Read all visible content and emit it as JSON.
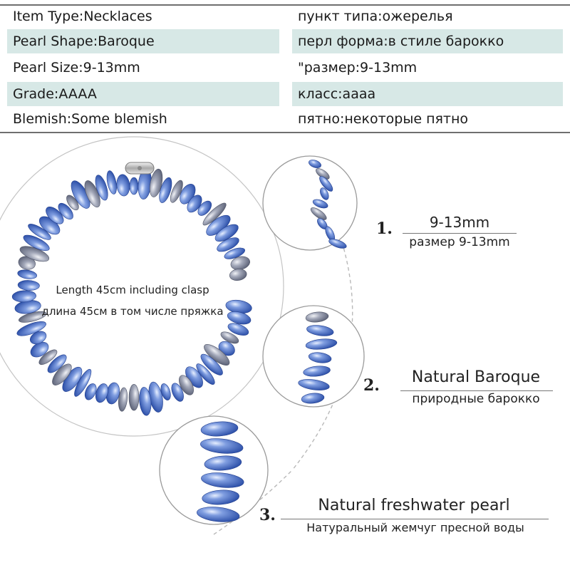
{
  "specs": {
    "left": [
      "Item Type:Necklaces",
      "Pearl Shape:Baroque",
      "Pearl Size:9-13mm",
      "Grade:AAAA",
      "Blemish:Some blemish"
    ],
    "right": [
      "пункт типа:ожерелья",
      "перл форма:в стиле барокко",
      "\"размер:9-13mm",
      "класс:аааа",
      "пятно:некоторые пятно"
    ]
  },
  "necklace": {
    "length_en": "Length 45cm including clasp",
    "length_ru": "длина 45см в том числе пряжка"
  },
  "features": [
    {
      "number": "1.",
      "title": "9-13mm",
      "subtitle": "размер 9-13mm"
    },
    {
      "number": "2.",
      "title": "Natural Baroque",
      "subtitle": "природные барокко"
    },
    {
      "number": "3.",
      "title": "Natural freshwater pearl",
      "subtitle": "Натуральный жемчуг пресной воды"
    }
  ],
  "colors": {
    "table_shade": "#d7e8e6",
    "pearl_blue": "#4a6fc8",
    "pearl_grey": "#8f95a8",
    "circle_line": "#bdbdbd"
  },
  "icons": {
    "pearl": "pearl-bead-icon",
    "clasp": "clasp-icon"
  }
}
